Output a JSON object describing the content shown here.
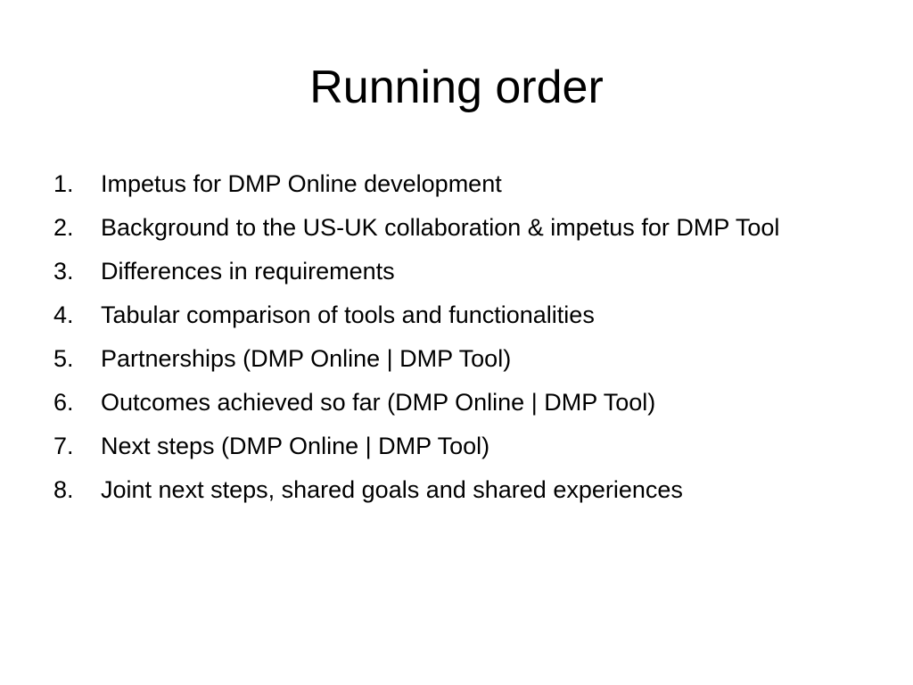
{
  "slide": {
    "title": "Running order",
    "items": [
      {
        "number": "1.",
        "text": "Impetus for DMP Online development"
      },
      {
        "number": "2.",
        "text": "Background to the US-UK collaboration & impetus for DMP Tool"
      },
      {
        "number": "3.",
        "text": "Differences in requirements"
      },
      {
        "number": "4.",
        "text": "Tabular comparison of tools and functionalities"
      },
      {
        "number": "5.",
        "text": "Partnerships (DMP Online | DMP Tool)"
      },
      {
        "number": "6.",
        "text": "Outcomes achieved so far (DMP Online | DMP Tool)"
      },
      {
        "number": "7.",
        "text": "Next steps (DMP Online | DMP Tool)"
      },
      {
        "number": "8.",
        "text": "Joint next steps, shared goals and shared experiences"
      }
    ]
  }
}
